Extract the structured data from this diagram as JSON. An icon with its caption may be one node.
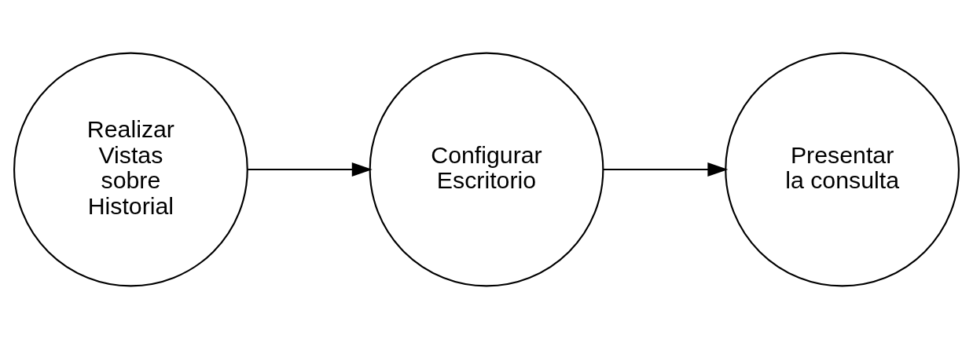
{
  "diagram": {
    "nodes": [
      {
        "text": [
          "Realizar Vistas sobre Historial"
        ]
      },
      {
        "text": [
          "Configurar Escritorio"
        ]
      },
      {
        "text": [
          "Presentar la consulta"
        ]
      }
    ],
    "edges": [
      {
        "from": 0,
        "to": 1,
        "arrow": "to"
      },
      {
        "from": 1,
        "to": 2,
        "arrow": "to"
      }
    ]
  }
}
